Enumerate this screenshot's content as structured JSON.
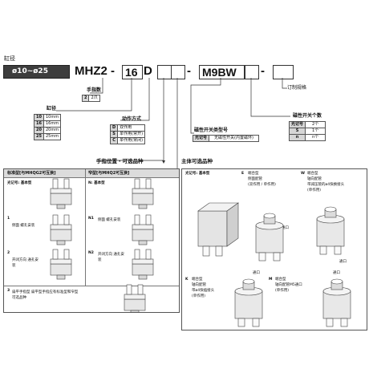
{
  "header": {
    "bore_label": "缸径",
    "bore_range": "ø10~ø25"
  },
  "model": {
    "series": "MHZ2",
    "dash1": "-",
    "size": "16",
    "action": "D",
    "dash2": "-",
    "switch": "M9BW",
    "dash3": "-",
    "order_spec_label": "订制规格"
  },
  "fingers": {
    "label": "手指数",
    "rows": [
      [
        "2",
        "2爪"
      ]
    ]
  },
  "bore": {
    "label": "缸径",
    "rows": [
      [
        "10",
        "10mm"
      ],
      [
        "16",
        "16mm"
      ],
      [
        "20",
        "20mm"
      ],
      [
        "25",
        "25mm"
      ]
    ]
  },
  "action": {
    "label": "动作方式",
    "rows": [
      [
        "D",
        "双作用"
      ],
      [
        "S",
        "单作用(常开)"
      ],
      [
        "C",
        "单作用(常闭)"
      ]
    ]
  },
  "switch_qty": {
    "label": "磁性开关个数",
    "header": [
      "光记号",
      "2个"
    ],
    "rows": [
      [
        "S",
        "1个"
      ],
      [
        "n",
        "n个"
      ]
    ]
  },
  "switch_type": {
    "label": "磁性开关类型号",
    "rows": [
      [
        "光记号",
        "无磁性开关(内置磁环)"
      ]
    ]
  },
  "left_section": {
    "label": "手指位置・可选品种",
    "std_title": "标准型[与MHQG2可互换]",
    "narrow_title": "窄型[与MHQ2可互换]",
    "items": [
      {
        "code": "光记号",
        "desc": "基本型"
      },
      {
        "code": "1",
        "desc": "侧面 螺孔安装"
      },
      {
        "code": "2",
        "desc": "开闭方向 通孔安装"
      },
      {
        "code": "3",
        "desc": "扁平手指型 扁平型手指应有标准型和窄型可选品种"
      }
    ],
    "narrow_items": [
      {
        "code": "N",
        "desc": "基本型"
      },
      {
        "code": "N1",
        "desc": "侧面 螺孔安装"
      },
      {
        "code": "N2",
        "desc": "开闭方向 通孔安装"
      }
    ]
  },
  "right_section": {
    "label": "主体可选品种",
    "basic": {
      "code": "光记号",
      "desc": "基本型"
    },
    "E": {
      "code": "E",
      "lines": [
        "端合型",
        "侧面配管",
        "(双作用 / 单作用)"
      ]
    },
    "W": {
      "code": "W",
      "lines": [
        "端合型",
        "轴向配管",
        "带减压管的ø4快换接头",
        "(单作用)"
      ]
    },
    "K": {
      "code": "K",
      "lines": [
        "端合型",
        "轴向配管",
        "带ø4快插接头",
        "(单作用)"
      ]
    },
    "M": {
      "code": "M",
      "lines": [
        "端合型",
        "轴向配管M5通口",
        "(单作用)"
      ]
    },
    "port": "通口"
  }
}
